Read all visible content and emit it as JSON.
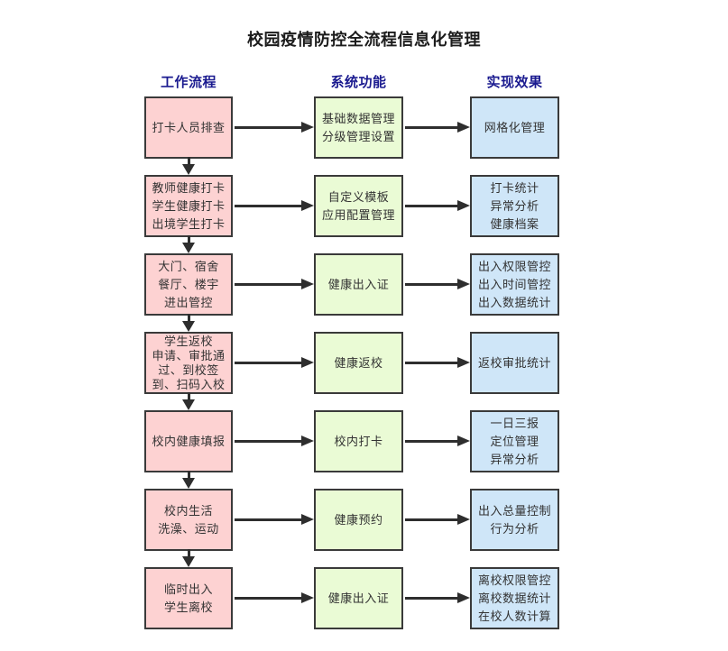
{
  "page": {
    "title": "校园疫情防控全流程信息化管理"
  },
  "colors": {
    "process_box": "#fdd2d2",
    "function_box": "#eafbd5",
    "effect_box": "#cfe6f8",
    "box_border": "#3a3a3a",
    "header_text": "#1a1a8f",
    "arrow": "#2e2e2e"
  },
  "columns": [
    {
      "label": "工作流程"
    },
    {
      "label": "系统功能"
    },
    {
      "label": "实现效果"
    }
  ],
  "flow": {
    "rows": [
      {
        "process": [
          "打卡人员排查"
        ],
        "function": [
          "基础数据管理",
          "分级管理设置"
        ],
        "effect": [
          "网格化管理"
        ]
      },
      {
        "process": [
          "教师健康打卡",
          "学生健康打卡",
          "出境学生打卡"
        ],
        "function": [
          "自定义模板",
          "应用配置管理"
        ],
        "effect": [
          "打卡统计",
          "异常分析",
          "健康档案"
        ]
      },
      {
        "process": [
          "大门、宿舍",
          "餐厅、楼宇",
          "进出管控"
        ],
        "function": [
          "健康出入证"
        ],
        "effect": [
          "出入权限管控",
          "出入时间管控",
          "出入数据统计"
        ]
      },
      {
        "process": [
          "学生返校",
          "申请、审批通",
          "过、到校签",
          "到、扫码入校"
        ],
        "function": [
          "健康返校"
        ],
        "effect": [
          "返校审批统计"
        ]
      },
      {
        "process": [
          "校内健康填报"
        ],
        "function": [
          "校内打卡"
        ],
        "effect": [
          "一日三报",
          "定位管理",
          "异常分析"
        ]
      },
      {
        "process": [
          "校内生活",
          "洗澡、运动"
        ],
        "function": [
          "健康预约"
        ],
        "effect": [
          "出入总量控制",
          "行为分析"
        ]
      },
      {
        "process": [
          "临时出入",
          "学生离校"
        ],
        "function": [
          "健康出入证"
        ],
        "effect": [
          "离校权限管控",
          "离校数据统计",
          "在校人数计算"
        ]
      }
    ]
  }
}
